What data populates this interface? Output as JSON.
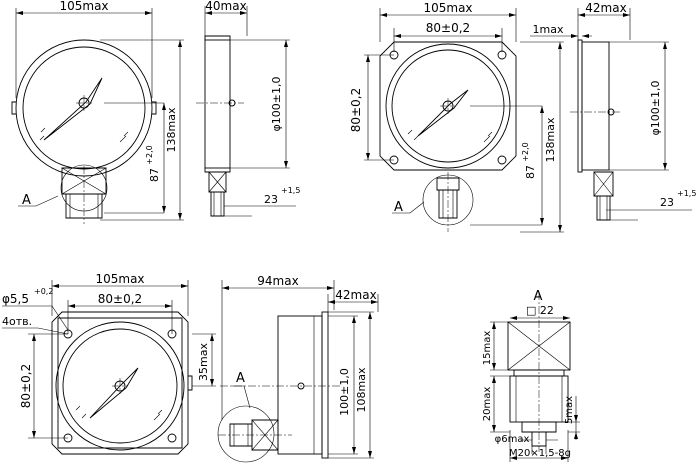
{
  "labels": {
    "v1_width": "105max",
    "v1_depth": "40max",
    "v1_height": "138max",
    "v1_diameter": "φ100±1,0",
    "v1_center": "87",
    "v1_center_tol": "+2,0",
    "v1_thread": "23",
    "v1_thread_tol": "+1,5",
    "v1_detail_ref": "A",
    "v2_width": "105max",
    "v2_flange": "80±0,2",
    "v2_depth": "42max",
    "v2_gap": "1max",
    "v2_vert_flange": "80±0,2",
    "v2_height": "138max",
    "v2_diameter": "φ100±1,0",
    "v2_center": "87",
    "v2_center_tol": "+2,0",
    "v2_thread": "23",
    "v2_thread_tol": "+1,5",
    "v2_detail_ref": "A",
    "v3_width": "105max",
    "v3_hole": "φ5,5",
    "v3_hole_tol": "+0,2",
    "v3_flange": "80±0,2",
    "v3_holes_count": "4отв.",
    "v3_vert_flange": "80±0,2",
    "v3_offset": "35max",
    "v3_total_depth": "94max",
    "v3_case_depth": "42max",
    "v3_diameter_side": "100±1,0",
    "v3_height_side": "108max",
    "v3_detail_ref": "A",
    "detail_title": "A",
    "detail_square": "□ 22",
    "detail_h1": "15max",
    "detail_h2": "20max",
    "detail_h3": "5max",
    "detail_pin": "φ6max",
    "detail_thread": "M20×1,5-8g"
  }
}
